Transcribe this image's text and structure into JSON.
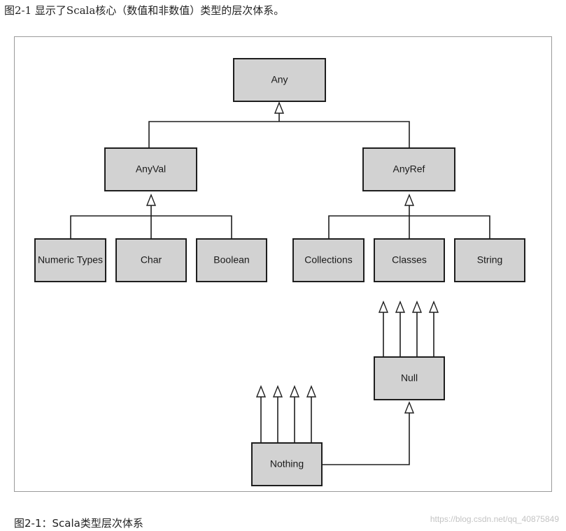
{
  "intro_text": "图2-1 显示了Scala核心（数值和非数值）类型的层次体系。",
  "caption": "图2-1：Scala类型层次体系",
  "watermark": "https://blog.csdn.net/qq_40875849",
  "nodes": {
    "any": "Any",
    "anyval": "AnyVal",
    "anyref": "AnyRef",
    "numeric_types": "Numeric Types",
    "char": "Char",
    "boolean": "Boolean",
    "collections": "Collections",
    "classes": "Classes",
    "string": "String",
    "null": "Null",
    "nothing": "Nothing"
  }
}
